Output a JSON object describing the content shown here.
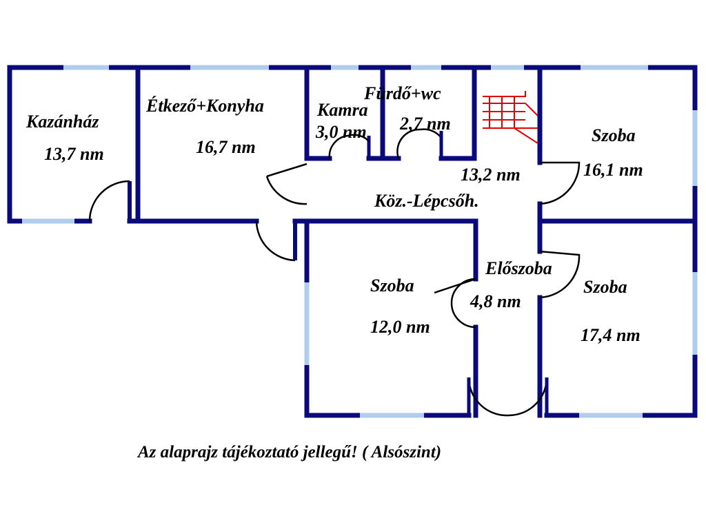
{
  "floor_plan": {
    "caption": "Az alaprajz tájékoztató jellegű! ( Alsószint)",
    "colors": {
      "wall": "#0a0a7a",
      "window": "#b0cdee",
      "door_arc": "#000000",
      "stairs": "#e00000",
      "background": "#ffffff"
    },
    "rooms": {
      "kazanhaz": {
        "name": "Kazánház",
        "area": "13,7 nm"
      },
      "etkezo_konyha": {
        "name": "Étkező+Konyha",
        "area": "16,7 nm"
      },
      "kamra": {
        "name": "Kamra",
        "area": "3,0 nm"
      },
      "furdo_wc": {
        "name": "Fürdő+wc",
        "area": "2,7 nm"
      },
      "kozlekedo": {
        "name": "Köz.-Lépcsőh.",
        "area": "13,2 nm"
      },
      "szoba_ne": {
        "name": "Szoba",
        "area": "16,1 nm"
      },
      "szoba_s": {
        "name": "Szoba",
        "area": "12,0 nm"
      },
      "eloszoba": {
        "name": "Előszoba",
        "area": "4,8 nm"
      },
      "szoba_se": {
        "name": "Szoba",
        "area": "17,4 nm"
      }
    }
  }
}
